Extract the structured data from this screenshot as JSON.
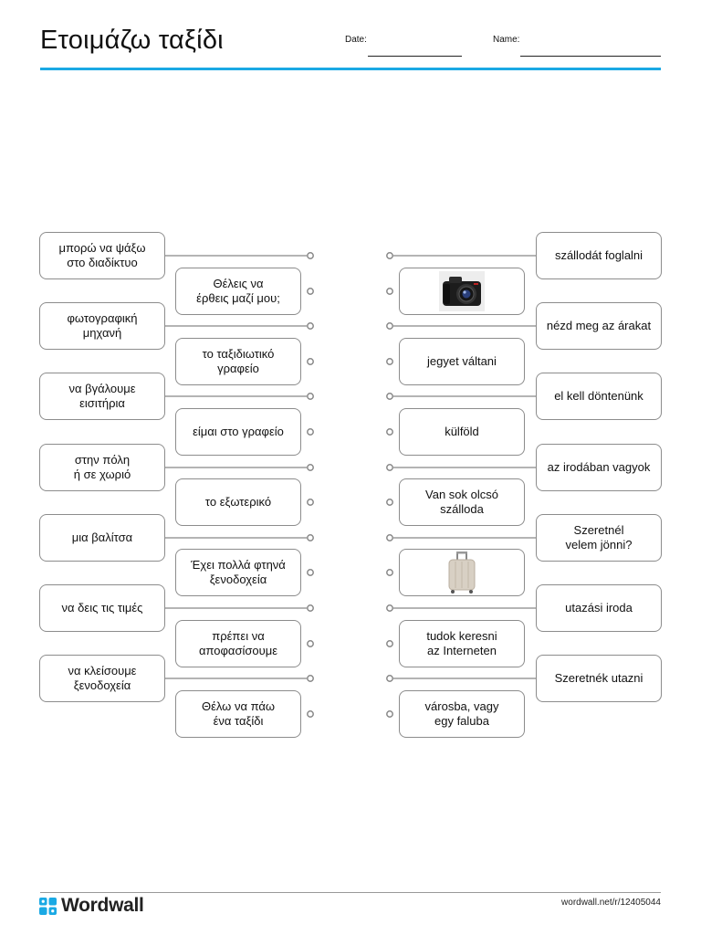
{
  "header": {
    "title": "Ετοιμάζω ταξίδι",
    "date_label": "Date:",
    "name_label": "Name:"
  },
  "left_outer": [
    "μπορώ να ψάξω\nστο διαδίκτυο",
    "φωτογραφική\nμηχανή",
    "να βγάλουμε\nεισιτήρια",
    "στην πόλη\nή σε χωριό",
    "μια βαλίτσα",
    "να δεις τις τιμές",
    "να κλείσουμε\nξενοδοχεία"
  ],
  "left_inner": [
    "Θέλεις να\nέρθεις μαζί μου;",
    "το ταξιδιωτικό\nγραφείο",
    "είμαι στο γραφείο",
    "το εξωτερικό",
    "Έχει πολλά φτηνά\nξενοδοχεία",
    "πρέπει να\nαποφασίσουμε",
    "Θέλω να πάω\nένα ταξίδι"
  ],
  "right_inner": [
    "camera-image",
    "jegyet váltani",
    "külföld",
    "Van sok olcsó\nszálloda",
    "suitcase-image",
    "tudok keresni\naz Interneten",
    "városba, vagy\negy faluba"
  ],
  "right_outer": [
    "szállodát foglalni",
    "nézd meg az árakat",
    "el kell döntenünk",
    "az irodában vagyok",
    "Szeretnél\nvelem jönni?",
    "utazási iroda",
    "Szeretnék utazni"
  ],
  "footer": {
    "brand": "Wordwall",
    "url": "wordwall.net/r/12405044"
  },
  "colors": {
    "accent": "#1aa9e4",
    "card_border": "#8c8c8c",
    "connector": "#888888"
  }
}
